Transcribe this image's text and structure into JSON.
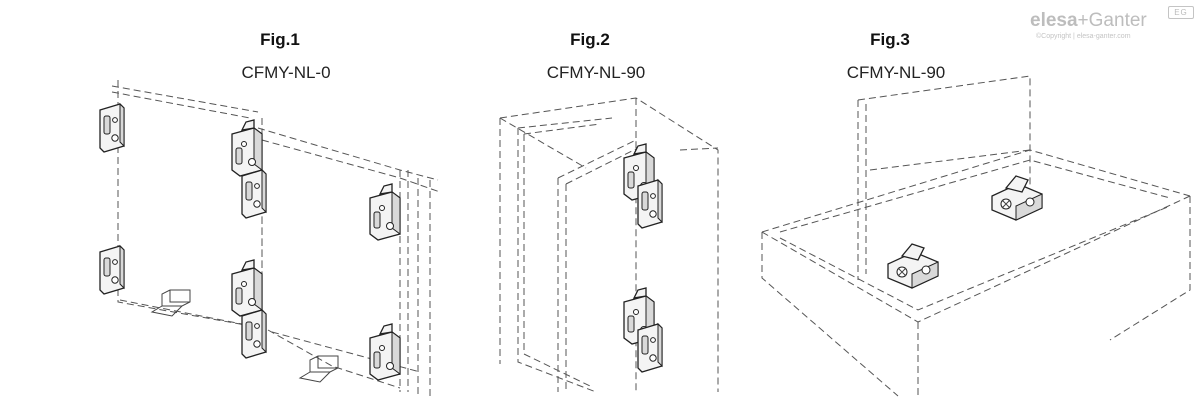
{
  "figures": [
    {
      "title": "Fig.1",
      "subtitle": "CFMY-NL-0"
    },
    {
      "title": "Fig.2",
      "subtitle": "CFMY-NL-90"
    },
    {
      "title": "Fig.3",
      "subtitle": "CFMY-NL-90"
    }
  ],
  "logo": {
    "brand_main": "elesa",
    "brand_plus": "+",
    "brand_second": "Ganter",
    "badge": "EG",
    "copyright": "©Copyright | elesa-ganter.com"
  },
  "colors": {
    "line": "#444444",
    "logo": "#bdbdbd",
    "hinge_fill": "#f4f4f4"
  }
}
